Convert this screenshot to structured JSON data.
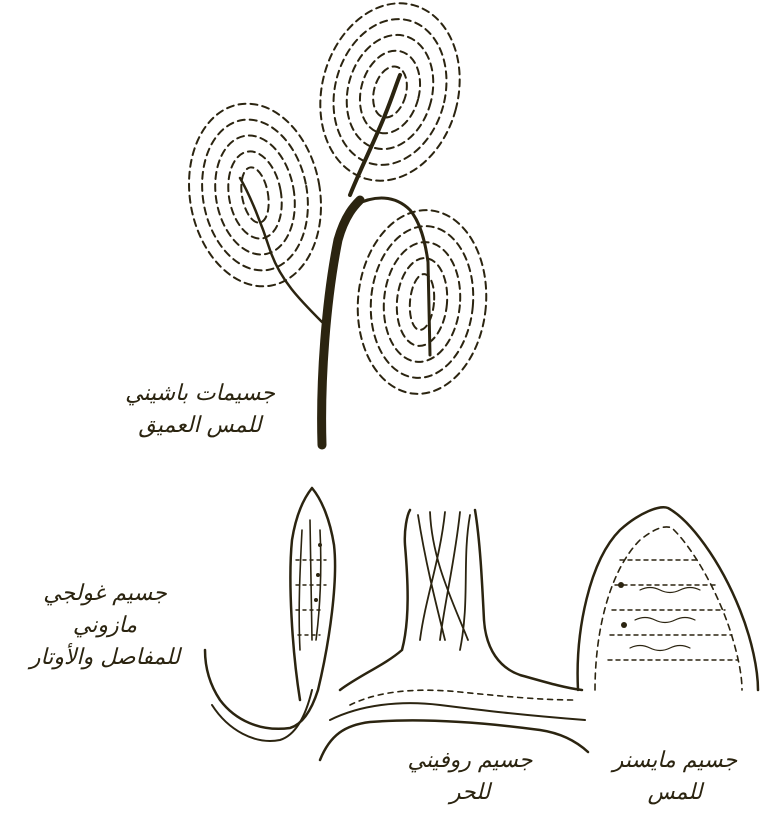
{
  "labels": {
    "pacinian": {
      "line1": "جسيمات باشيني",
      "line2": "للمس العميق"
    },
    "golgi": {
      "line1": "جسيم غولجي",
      "line2": "مازوني",
      "line3": "للمفاصل والأوتار"
    },
    "ruffini": {
      "line1": "جسيم روفيني",
      "line2": "للحر"
    },
    "meissner": {
      "line1": "جسيم مايسنر",
      "line2": "للمس"
    }
  },
  "colors": {
    "ink": "#2b2410",
    "background": "#ffffff"
  }
}
